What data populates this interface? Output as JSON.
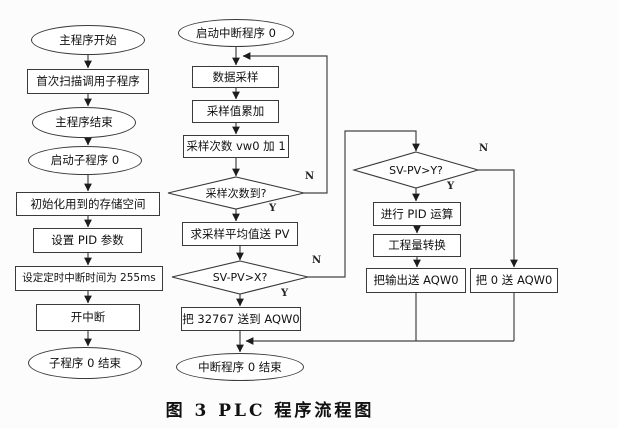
{
  "caption": "图 3  PLC 程序流程图",
  "branch_labels": {
    "yes": "Y",
    "no": "N"
  },
  "nodes": {
    "main_start": "主程序开始",
    "first_scan": "首次扫描调用子程序",
    "main_end": "主程序结束",
    "start_sub0": "启动子程序 0",
    "init_memory": "初始化用到的存储空间",
    "set_pid": "设置 PID 参数",
    "set_timer": "设定定时中断时间为 255ms",
    "open_interrupt": "开中断",
    "sub0_end": "子程序 0 结束",
    "int_start": "启动中断程序 0",
    "data_sample": "数据采样",
    "sample_accumulate": "采样值累加",
    "sample_count_inc": "采样次数 vw0 加 1",
    "count_reached": "采样次数到?",
    "avg_to_pv": "求采样平均值送 PV",
    "sv_pv_x": "SV-PV>X?",
    "send_32767": "把 32767 送到 AQW0",
    "int_end": "中断程序 0 结束",
    "sv_pv_y": "SV-PV>Y?",
    "pid_calc": "进行 PID 运算",
    "eng_convert": "工程量转换",
    "output_to_aqw0": "把输出送 AQW0",
    "zero_to_aqw0": "把 0 送 AQW0"
  }
}
